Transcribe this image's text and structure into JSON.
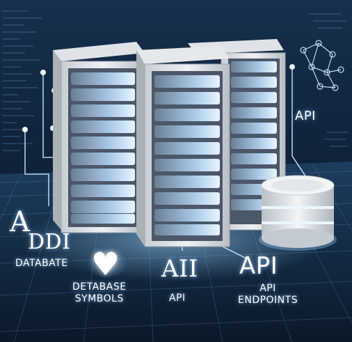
{
  "scene": {
    "colors": {
      "background": "#0b1626",
      "glow": "#9cd4ff",
      "server_body": "#d9dde2",
      "label": "#ffffff"
    }
  },
  "labels": {
    "big_a": "A",
    "ddi": "DDI",
    "database": "DATABATE",
    "symbols_line1": "DETABASE",
    "symbols_line2": "SYMBOLS",
    "aii": "AII",
    "api_small": "API",
    "api_big": "API",
    "endpoints_line1": "API",
    "endpoints_line2": "ENDPOINTS",
    "api_top": "API"
  },
  "icons": {
    "heart": "heart-icon",
    "database_cylinder": "database-cylinder-icon",
    "network_graph": "network-graph-icon"
  }
}
